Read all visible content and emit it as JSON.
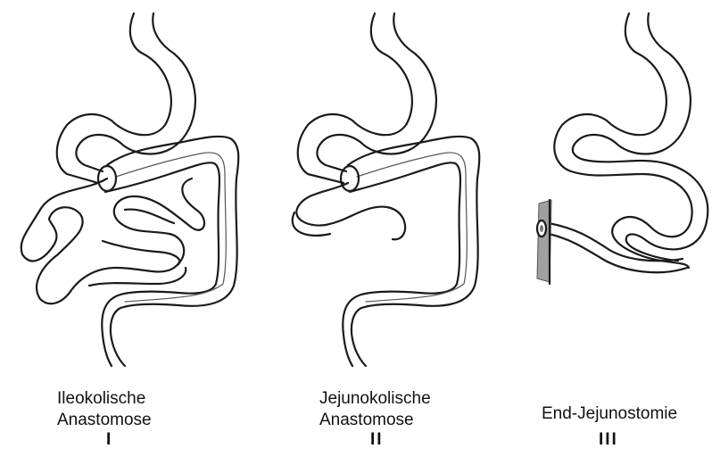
{
  "panels": [
    {
      "line1": "Ileokolische",
      "line2": "Anastomose",
      "numeral": "I"
    },
    {
      "line1": "Jejunokolische",
      "line2": "Anastomose",
      "numeral": "II"
    },
    {
      "line1": "End-Jejunostomie",
      "numeral": "III"
    }
  ],
  "colors": {
    "ink": "#1a1a1a",
    "abdominal_wall": "#a0a0a0"
  }
}
